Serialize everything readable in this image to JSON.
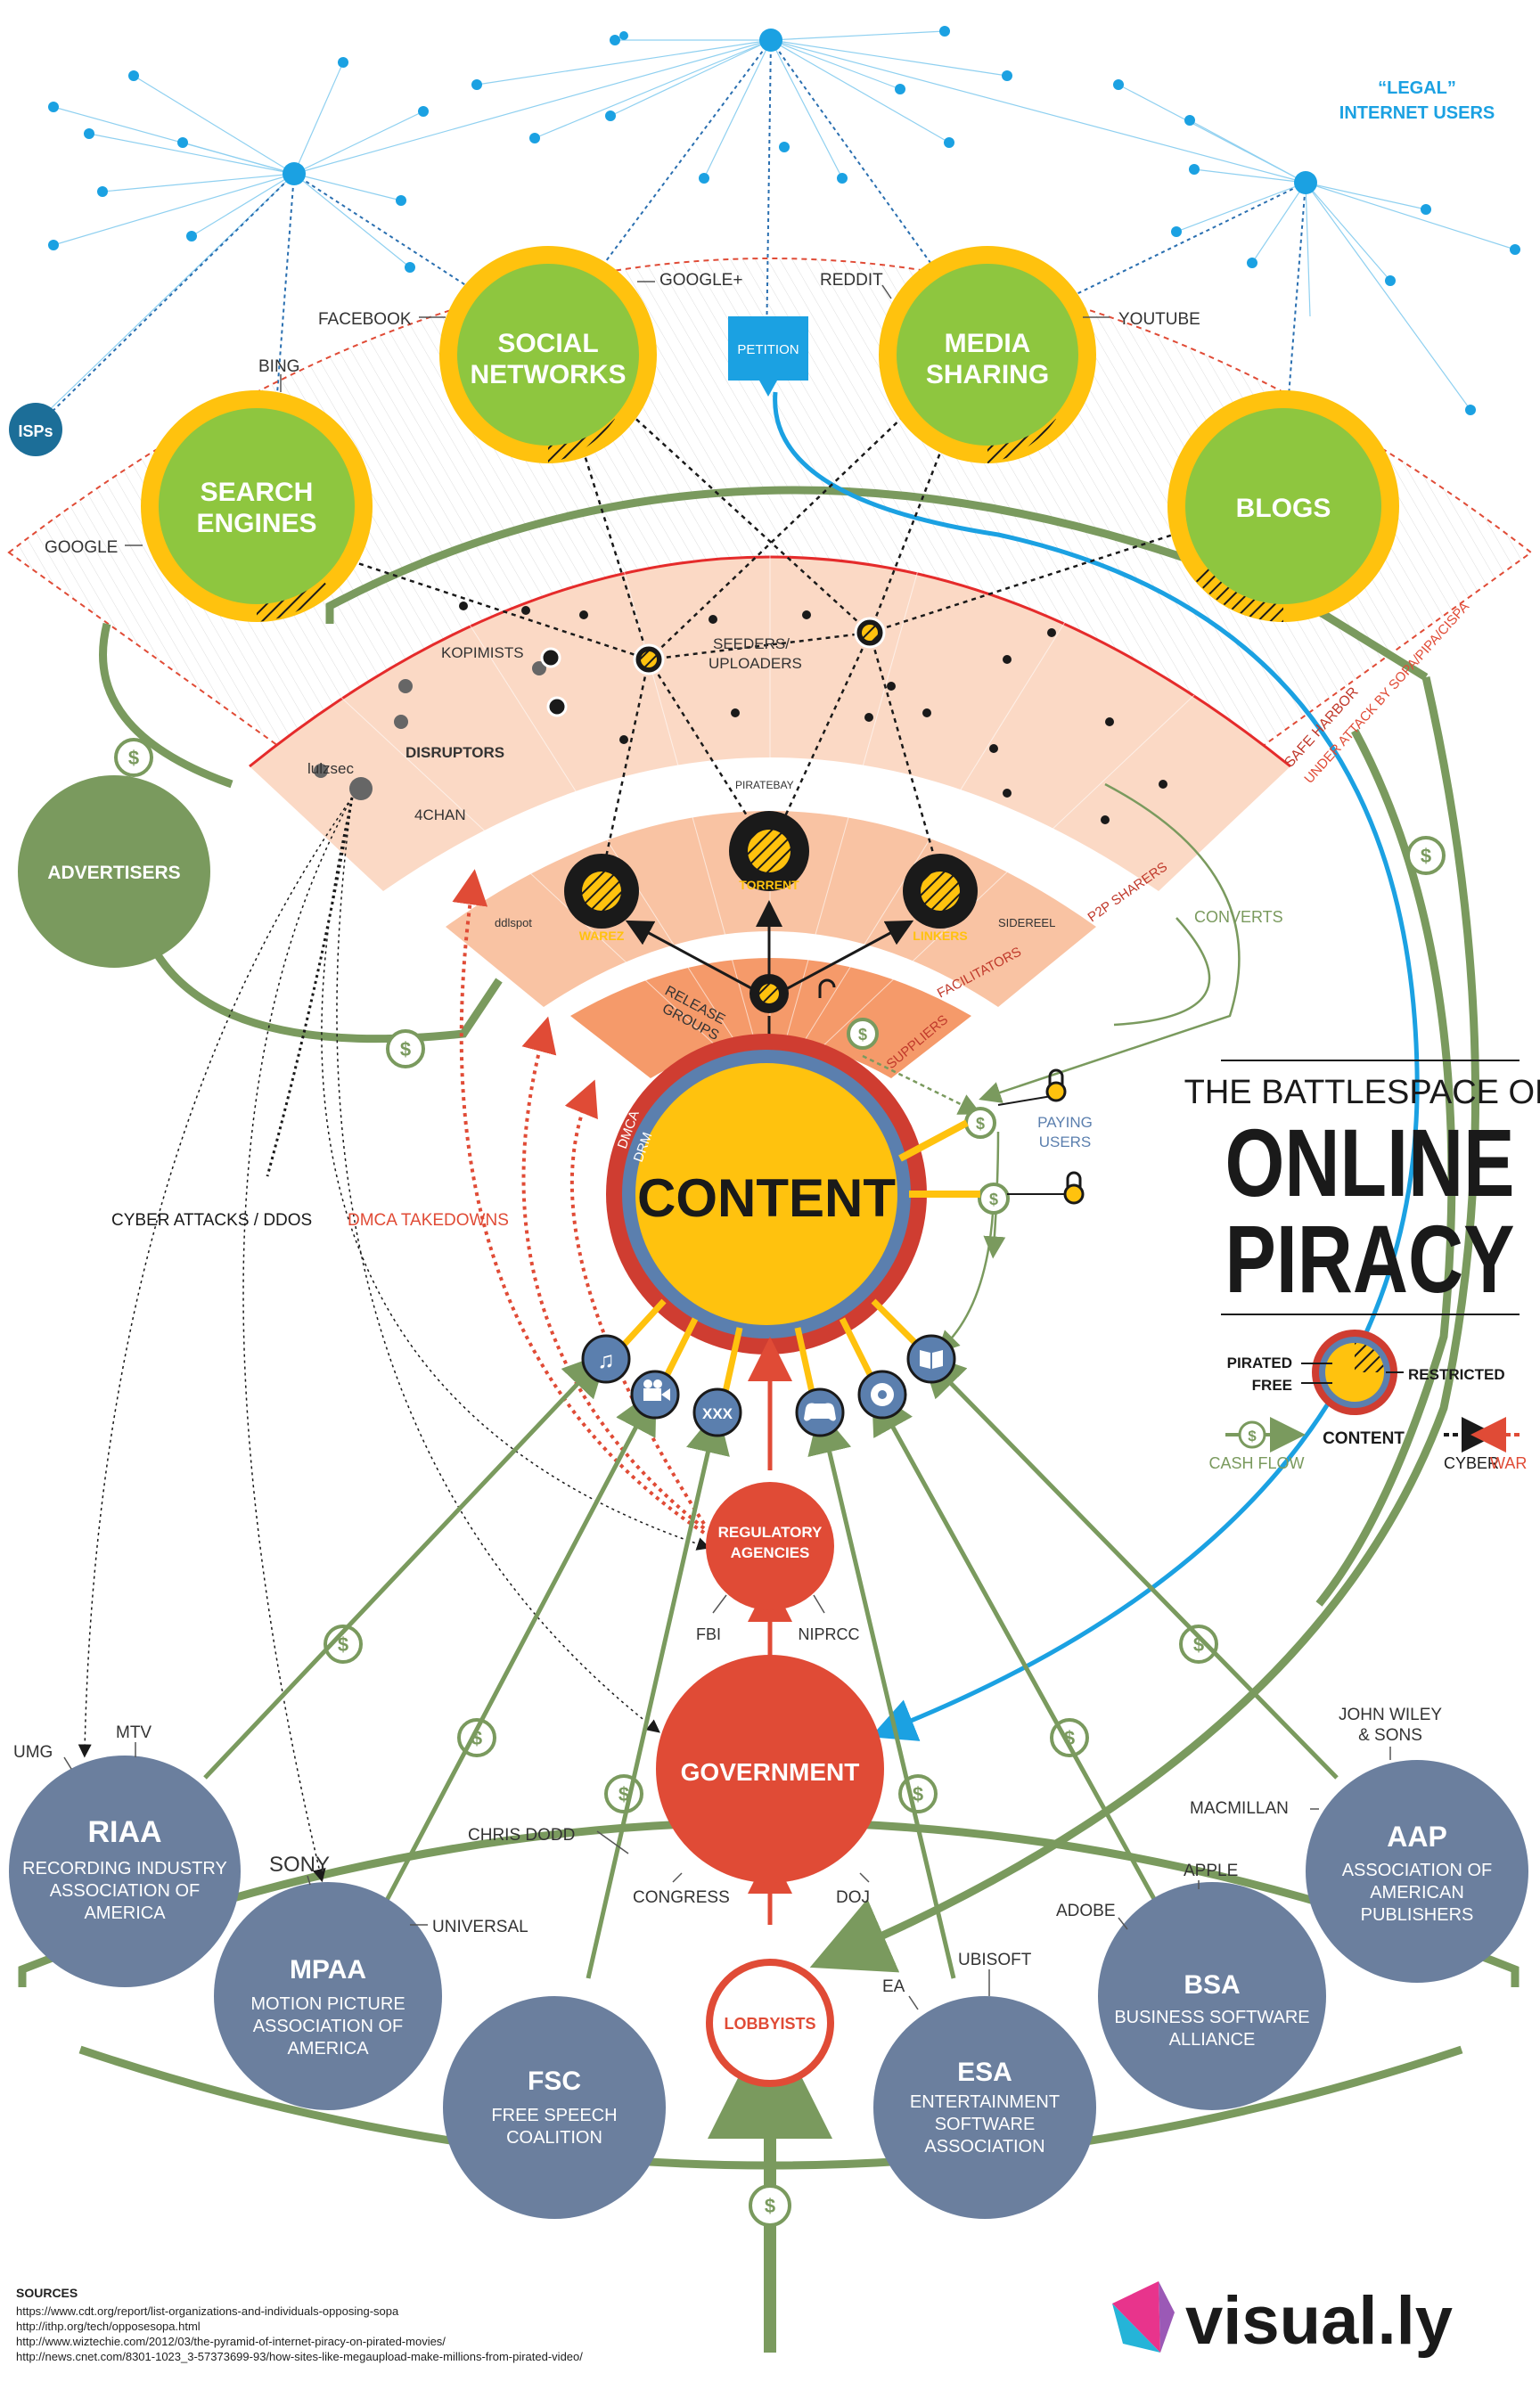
{
  "title": {
    "line1": "THE BATTLESPACE OF",
    "line2": "ONLINE",
    "line3": "PIRACY"
  },
  "legal_users": {
    "line1": "“LEGAL”",
    "line2": "INTERNET USERS"
  },
  "isps": "ISPs",
  "petition": "PETITION",
  "platforms": {
    "search": {
      "line1": "SEARCH",
      "line2": "ENGINES"
    },
    "social": {
      "line1": "SOCIAL",
      "line2": "NETWORKS"
    },
    "media": {
      "line1": "MEDIA",
      "line2": "SHARING"
    },
    "blogs": "BLOGS"
  },
  "platform_names": {
    "google": "GOOGLE",
    "bing": "BING",
    "facebook": "FACEBOOK",
    "googleplus": "GOOGLE+",
    "reddit": "REDDIT",
    "youtube": "YOUTUBE"
  },
  "pirates": {
    "kopimists": "KOPIMISTS",
    "disruptors": "DISRUPTORS",
    "lulzsec": "lulzsec",
    "fourchan": "4CHAN",
    "seeders": {
      "line1": "SEEDERS/",
      "line2": "UPLOADERS"
    },
    "piratebay": "PIRATEBAY",
    "ddlspot": "ddlspot",
    "sidereel": "SIDEREEL",
    "warez": "WAREZ",
    "torrent": "TORRENT",
    "linkers": "LINKERS",
    "release": {
      "line1": "RELEASE",
      "line2": "GROUPS"
    },
    "p2p": "P2P SHARERS",
    "facilitators": "FACILITATORS",
    "suppliers": "SUPPLIERS",
    "safe_harbor": "SAFE HARBOR",
    "under_attack": "UNDER ATTACK BY SOPA/PIPA/CISPA",
    "converts": "CONVERTS"
  },
  "content": {
    "label": "CONTENT",
    "dmca": "DMCA",
    "drm": "DRM"
  },
  "paying_users": {
    "line1": "PAYING",
    "line2": "USERS"
  },
  "advertisers": "ADVERTISERS",
  "cyber_attacks": "CYBER ATTACKS / DDOS",
  "dmca_takedowns": "DMCA TAKEDOWNS",
  "media_icons": {
    "music": "music-note-icon",
    "film": "film-camera-icon",
    "xxx": "XXX",
    "games": "gamepad-icon",
    "software": "disc-icon",
    "books": "book-icon"
  },
  "regulatory": {
    "line1": "REGULATORY",
    "line2": "AGENCIES",
    "fbi": "FBI",
    "niprcc": "NIPRCC"
  },
  "government": {
    "label": "GOVERNMENT",
    "congress": "CONGRESS",
    "doj": "DOJ",
    "chris_dodd": "CHRIS DODD"
  },
  "lobbyists": "LOBBYISTS",
  "orgs": {
    "riaa": {
      "abbr": "RIAA",
      "l1": "RECORDING INDUSTRY",
      "l2": "ASSOCIATION OF",
      "l3": "AMERICA"
    },
    "mpaa": {
      "abbr": "MPAA",
      "l1": "MOTION PICTURE",
      "l2": "ASSOCIATION OF",
      "l3": "AMERICA"
    },
    "fsc": {
      "abbr": "FSC",
      "l1": "FREE SPEECH",
      "l2": "COALITION"
    },
    "esa": {
      "abbr": "ESA",
      "l1": "ENTERTAINMENT",
      "l2": "SOFTWARE",
      "l3": "ASSOCIATION"
    },
    "bsa": {
      "abbr": "BSA",
      "l1": "BUSINESS SOFTWARE",
      "l2": "ALLIANCE"
    },
    "aap": {
      "abbr": "AAP",
      "l1": "ASSOCIATION OF",
      "l2": "AMERICAN",
      "l3": "PUBLISHERS"
    }
  },
  "companies": {
    "umg": "UMG",
    "mtv": "MTV",
    "sony": "SONY",
    "universal": "UNIVERSAL",
    "ea": "EA",
    "ubisoft": "UBISOFT",
    "adobe": "ADOBE",
    "apple": "APPLE",
    "macmillan": "MACMILLAN",
    "wiley1": "JOHN WILEY",
    "wiley2": "& SONS"
  },
  "dollar": "$",
  "legend": {
    "pirated": "PIRATED",
    "free": "FREE",
    "restricted": "RESTRICTED",
    "content": "CONTENT",
    "cash_flow": "CASH FLOW",
    "cyber": "CYBER",
    "war": "WAR"
  },
  "sources": {
    "heading": "SOURCES",
    "links": [
      "https://www.cdt.org/report/list-organizations-and-individuals-opposing-sopa",
      "http://ithp.org/tech/opposesopa.html",
      "http://www.wiztechie.com/2012/03/the-pyramid-of-internet-piracy-on-pirated-movies/",
      "http://news.cnet.com/8301-1023_3-57373699-93/how-sites-like-megaupload-make-millions-from-pirated-video/"
    ]
  },
  "brand": "visual.ly",
  "colors": {
    "green": "#8ec63f",
    "olive": "#7a9a5e",
    "yellow": "#ffc20e",
    "red": "#e04b36",
    "slate": "#6b7f9e",
    "blue": "#1ba1e2",
    "dark": "#1a1a1a"
  }
}
